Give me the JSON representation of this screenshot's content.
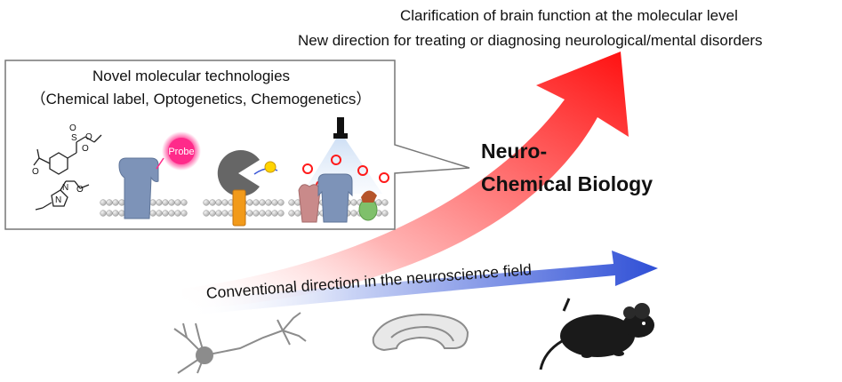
{
  "goals": {
    "line1": "Clarification of brain function at the molecular level",
    "line2": "New direction for treating or diagnosing neurological/mental disorders"
  },
  "technologies_box": {
    "title_line1": "Novel molecular technologies",
    "title_line2": "（Chemical label, Optogenetics, Chemogenetics）",
    "probe_label": "Probe",
    "chem_atom_s": "S",
    "chem_atom_o1": "O",
    "chem_atom_o2": "O",
    "chem_atom_o3": "O",
    "chem_atom_o4": "O",
    "chem_atom_o5": "O",
    "chem_atom_n1": "N",
    "chem_atom_n2": "N"
  },
  "new_field": {
    "line1": "Neuro-",
    "line2": "Chemical Biology"
  },
  "conventional": {
    "label": "Conventional direction in the neuroscience field"
  },
  "icons": {
    "neuron": "neuron-icon",
    "hippocampus": "hippocampus-icon",
    "mouse": "mouse-icon",
    "flashlight": "flashlight-icon"
  },
  "colors": {
    "red_arrow": "#ff1a1a",
    "blue_arrow": "#3a57d8",
    "box_border": "#777777",
    "receptor": "#7d93b8",
    "probe": "#ff2a8a",
    "membrane_ball": "#d0d0d0",
    "orange_channel": "#f29a1a",
    "pacman": "#666666"
  }
}
